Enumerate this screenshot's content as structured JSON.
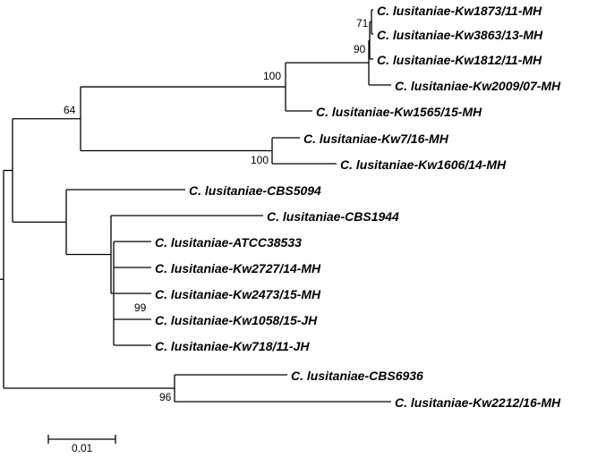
{
  "tree": {
    "leaves": [
      {
        "id": "kw1873",
        "label": "C. lusitaniae-Kw1873/11-MH"
      },
      {
        "id": "kw3863",
        "label": "C. lusitaniae-Kw3863/13-MH"
      },
      {
        "id": "kw1812",
        "label": "C. lusitaniae-Kw1812/11-MH"
      },
      {
        "id": "kw2009",
        "label": "C. lusitaniae-Kw2009/07-MH"
      },
      {
        "id": "kw1565",
        "label": "C. lusitaniae-Kw1565/15-MH"
      },
      {
        "id": "kw7",
        "label": "C. lusitaniae-Kw7/16-MH"
      },
      {
        "id": "kw1606",
        "label": "C. lusitaniae-Kw1606/14-MH"
      },
      {
        "id": "cbs5094",
        "label": "C. lusitaniae-CBS5094"
      },
      {
        "id": "cbs1944",
        "label": "C. lusitaniae-CBS1944"
      },
      {
        "id": "atcc38533",
        "label": "C. lusitaniae-ATCC38533"
      },
      {
        "id": "kw2727",
        "label": "C. lusitaniae-Kw2727/14-MH"
      },
      {
        "id": "kw2473",
        "label": "C. lusitaniae-Kw2473/15-MH"
      },
      {
        "id": "kw1058",
        "label": "C. lusitaniae-Kw1058/15-JH"
      },
      {
        "id": "kw718",
        "label": "C. lusitaniae-Kw718/11-JH"
      },
      {
        "id": "cbs6936",
        "label": "C. lusitaniae-CBS6936"
      },
      {
        "id": "kw2212",
        "label": "C. lusitaniae-Kw2212/16-MH"
      }
    ],
    "bootstrap": [
      {
        "node": "n71",
        "value": "71"
      },
      {
        "node": "n90",
        "value": "90"
      },
      {
        "node": "n100a",
        "value": "100"
      },
      {
        "node": "n64",
        "value": "64"
      },
      {
        "node": "n100b",
        "value": "100"
      },
      {
        "node": "n99",
        "value": "99"
      },
      {
        "node": "n96",
        "value": "96"
      }
    ],
    "scale_bar": {
      "label": "0.01"
    }
  }
}
